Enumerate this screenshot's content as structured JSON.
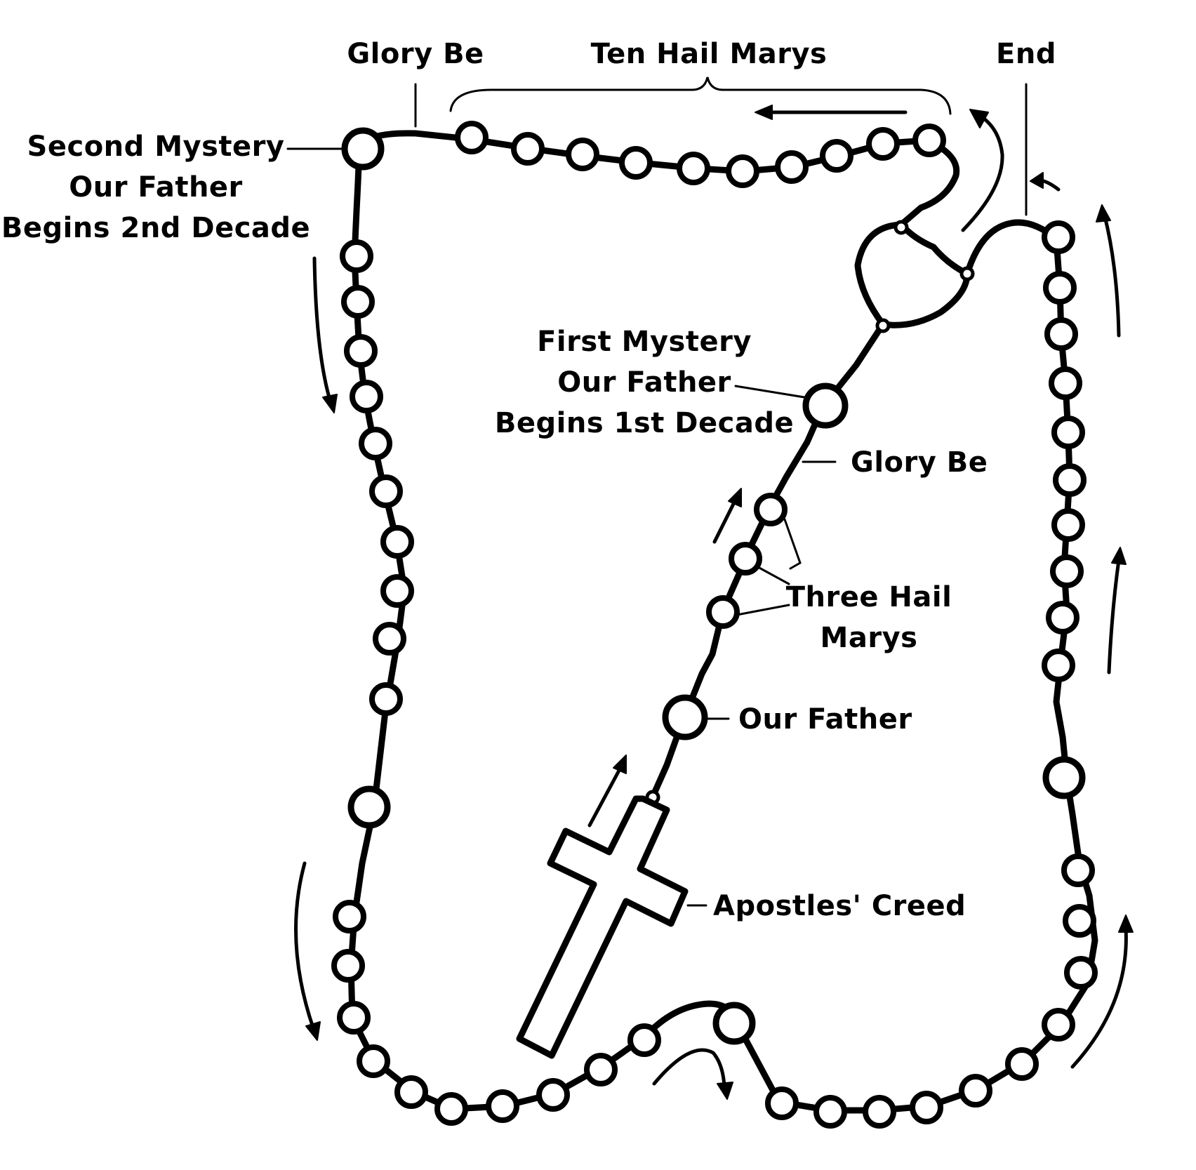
{
  "labels": {
    "glory_be_top": "Glory Be",
    "ten_hail_marys": "Ten Hail Marys",
    "end": "End",
    "second_mystery": [
      "Second Mystery",
      "Our Father",
      "Begins 2nd Decade"
    ],
    "first_mystery": [
      "First Mystery",
      "Our Father",
      "Begins 1st Decade"
    ],
    "glory_be_stem": "Glory Be",
    "three_hail_marys": [
      "Three Hail",
      "Marys"
    ],
    "our_father": "Our Father",
    "apostles_creed": "Apostles' Creed"
  }
}
